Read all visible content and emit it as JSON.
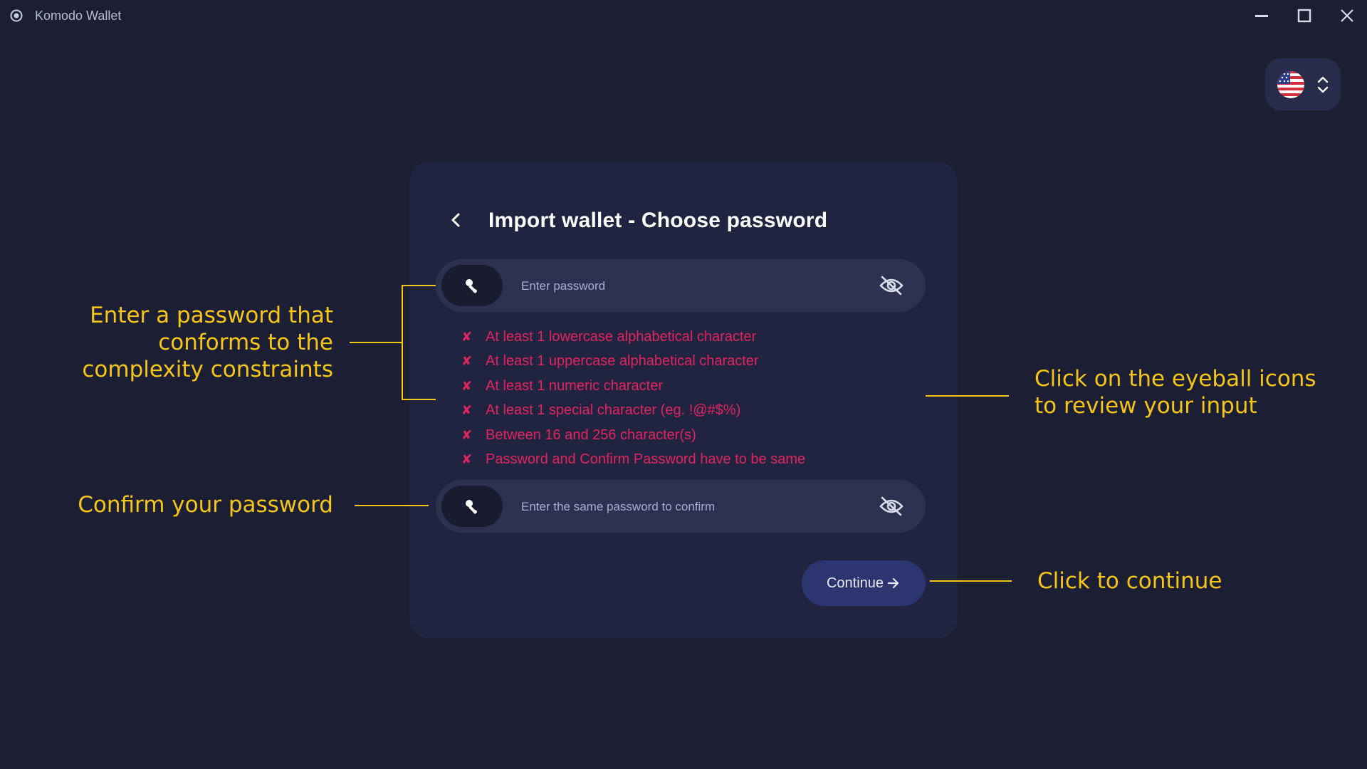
{
  "window": {
    "title": "Komodo Wallet",
    "icon": "komodo-logo-icon",
    "controls": [
      "minimize-icon",
      "maximize-icon",
      "close-icon"
    ]
  },
  "language": {
    "icon": "us-flag-icon",
    "toggle_icon": "chevron-updown-icon"
  },
  "form": {
    "back_icon": "chevron-left-icon",
    "title": "Import wallet - Choose password",
    "password_placeholder": "Enter password",
    "confirm_placeholder": "Enter the same password to confirm",
    "field_icon": "key-icon",
    "visibility_icon": "eye-off-icon",
    "rules": [
      {
        "mark": "✘",
        "text": "At least 1 lowercase alphabetical character"
      },
      {
        "mark": "✘",
        "text": "At least 1 uppercase alphabetical character"
      },
      {
        "mark": "✘",
        "text": "At least 1 numeric character"
      },
      {
        "mark": "✘",
        "text": "At least 1 special character (eg. !@#$%)"
      },
      {
        "mark": "✘",
        "text": "Between 16 and 256 character(s)"
      },
      {
        "mark": "✘",
        "text": "Password and Confirm Password have to be same"
      }
    ],
    "continue_label": "Continue",
    "continue_icon": "arrow-right-icon"
  },
  "annotations": {
    "password_lines": [
      "Enter a password that",
      "conforms to the",
      "complexity constraints"
    ],
    "confirm": "Confirm your password",
    "eyeball_lines": [
      "Click on the eyeball icons",
      "to review your input"
    ],
    "continue": "Click to continue"
  },
  "colors": {
    "background": "#1c1f33",
    "card": "#212440",
    "error": "#e0245e",
    "annotation": "#f5c518",
    "button": "#2c3570"
  }
}
